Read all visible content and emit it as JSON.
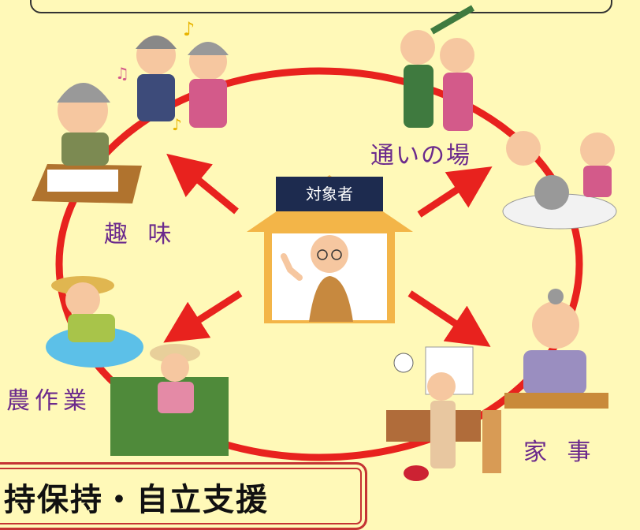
{
  "center_label": "対象者",
  "labels": {
    "hobby": "趣 味",
    "gathering": "通いの場",
    "farming": "農作業",
    "housework": "家 事"
  },
  "bottom_banner": "持保持・自立支援",
  "colors": {
    "background": "#fff9b8",
    "cycle": "#e8221e",
    "label_text": "#6b2a8c",
    "tag_bg": "#1d2b4f"
  }
}
